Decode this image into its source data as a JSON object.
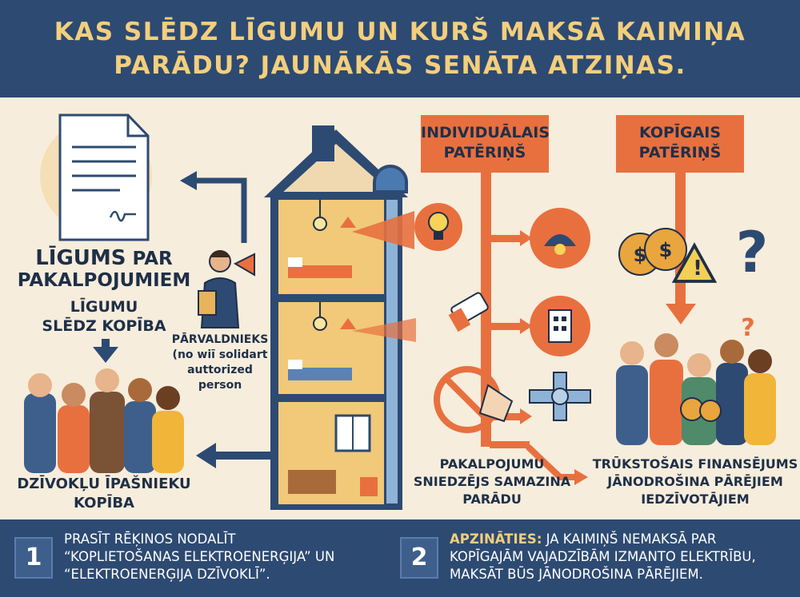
{
  "header": {
    "title_line1": "KAS SLĒDZ LĪGUMU UN KURŠ MAKSĀ KAIMIŅA",
    "title_line2": "PARĀDU? JAUNĀKĀS SENĀTA ATZIŅAS."
  },
  "left": {
    "contract_title_a": "LĪGUMS",
    "contract_title_b": "PAR",
    "contract_title_c": "PAKALPOJUMIEM",
    "concluded_by_1": "LĪGUMU",
    "concluded_by_2": "SLĒDZ KOPĪBA",
    "owners_1": "DZĪVOKĻU ĪPAŠNIEKU",
    "owners_2": "KOPĪBA",
    "manager_1": "PĀRVALDNIEKS",
    "manager_2": "(no wiī solidart",
    "manager_3": "auttorized",
    "manager_4": "person"
  },
  "middle": {
    "individual_1": "INDIVIDUĀLAIS",
    "individual_2": "PATĒRIŅŠ",
    "provider_1": "PAKALPOJUMU",
    "provider_2": "SNIEDZĒJS SAMAZINA",
    "provider_3": "PARĀDU"
  },
  "right": {
    "common_1": "KOPĪGAIS",
    "common_2": "PATĒRIŅŠ",
    "shortfall_1": "TRŪKSTOŠAIS FINANSĒJUMS",
    "shortfall_2": "JĀNODROŠINA PĀRĒJIEM",
    "shortfall_3": "IEDZĪVOTĀJIEM"
  },
  "footer": {
    "n1": "1",
    "tip1_line1": "PRASĪT RĒĶINOS NODALĪT",
    "tip1_line2": "“KOPLIETOŠANAS ELEKTROENERĢIJA” UN",
    "tip1_line3": "“ELEKTROENERĢIJA DZĪVOKLĪ”.",
    "n2": "2",
    "tip2_highlight": "APZINĀTIES:",
    "tip2_line1": "JA KAIMIŅŠ NEMAKSĀ PAR",
    "tip2_line2": "KOPĪGAJĀM VAJADZĪBĀM IZMANTO ELEKTRĪBU,",
    "tip2_line3": "MAKSĀT BŪS JĀNODROŠINA PĀRĒJIEM."
  },
  "colors": {
    "navy": "#2d4a72",
    "gold": "#f3cf7c",
    "orange": "#e8703f",
    "cream": "#f6eddc",
    "dark_text": "#1f2f48"
  }
}
